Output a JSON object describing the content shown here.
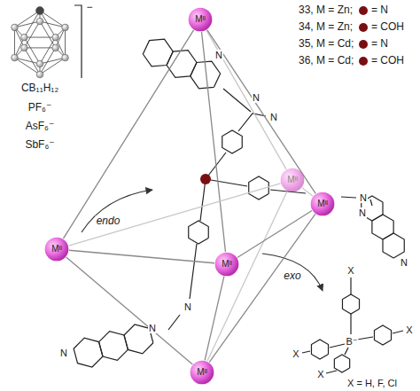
{
  "diagram": {
    "nodes": [
      {
        "text": [
          "Mᴵᴵ"
        ]
      },
      {
        "text": [
          "Mᴵᴵ"
        ]
      },
      {
        "text": [
          "Mᴵᴵ"
        ]
      },
      {
        "text": [
          "Mᴵᴵ"
        ]
      },
      {
        "text": [
          "Mᴵᴵ"
        ]
      },
      {
        "text": [
          "Mᴵᴵ"
        ]
      }
    ],
    "edges": [
      {
        "from": 0,
        "to": 1,
        "arrow": "none"
      },
      {
        "from": 0,
        "to": 2,
        "arrow": "none"
      },
      {
        "from": 0,
        "to": 3,
        "arrow": "none"
      },
      {
        "from": 0,
        "to": 4,
        "arrow": "none"
      },
      {
        "from": 5,
        "to": 1,
        "arrow": "none"
      },
      {
        "from": 5,
        "to": 2,
        "arrow": "none"
      },
      {
        "from": 5,
        "to": 3,
        "arrow": "none"
      },
      {
        "from": 5,
        "to": 4,
        "arrow": "none"
      },
      {
        "from": 1,
        "to": 4,
        "arrow": "none"
      },
      {
        "from": 4,
        "to": 3,
        "arrow": "none"
      },
      {
        "from": 3,
        "to": 2,
        "arrow": "none"
      },
      {
        "from": 2,
        "to": 1,
        "arrow": "none"
      }
    ],
    "labels": [
      "33, M = Zn;",
      "= N",
      "34, M = Zn;",
      "= COH",
      "35, M = Cd;",
      "= N",
      "36, M = Cd;",
      "= COH",
      "CB₁₁H₁₂",
      "−",
      "PF₆⁻",
      "AsF₆⁻",
      "SbF₆⁻",
      "endo",
      "exo",
      "N",
      "N",
      "N",
      "N",
      "N",
      "N",
      "N",
      "N",
      "N",
      "X",
      "X",
      "X",
      "X",
      "B⁻",
      "X = H, F, Cl"
    ]
  }
}
